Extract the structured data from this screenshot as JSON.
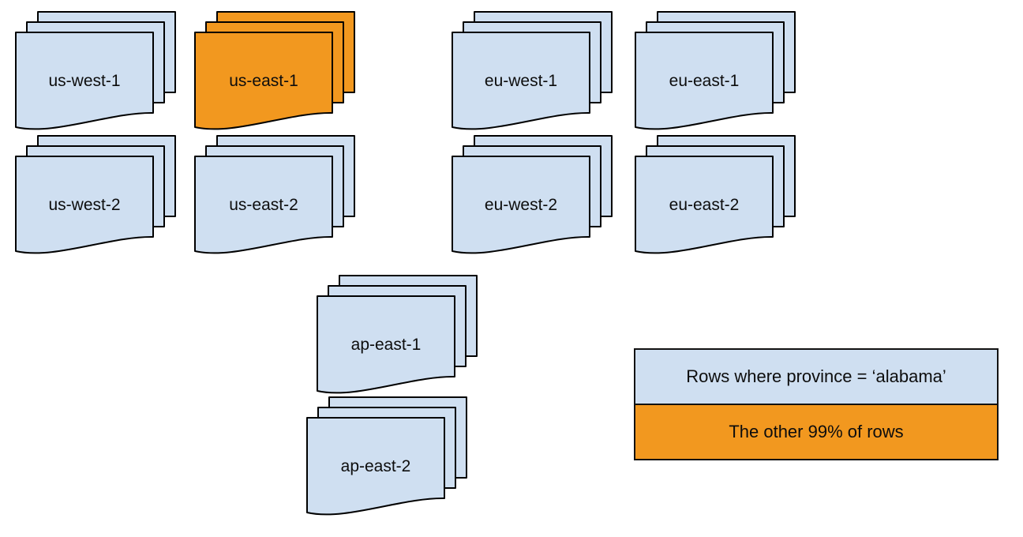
{
  "colors": {
    "region_default": "#cfdff1",
    "region_highlight": "#f2981f",
    "outline": "#000000"
  },
  "stacks": [
    {
      "id": "us-west-1",
      "label": "us-west-1",
      "highlighted": false
    },
    {
      "id": "us-east-1",
      "label": "us-east-1",
      "highlighted": true
    },
    {
      "id": "eu-west-1",
      "label": "eu-west-1",
      "highlighted": false
    },
    {
      "id": "eu-east-1",
      "label": "eu-east-1",
      "highlighted": false
    },
    {
      "id": "us-west-2",
      "label": "us-west-2",
      "highlighted": false
    },
    {
      "id": "us-east-2",
      "label": "us-east-2",
      "highlighted": false
    },
    {
      "id": "eu-west-2",
      "label": "eu-west-2",
      "highlighted": false
    },
    {
      "id": "eu-east-2",
      "label": "eu-east-2",
      "highlighted": false
    },
    {
      "id": "ap-east-1",
      "label": "ap-east-1",
      "highlighted": false
    },
    {
      "id": "ap-east-2",
      "label": "ap-east-2",
      "highlighted": false
    }
  ],
  "legend": {
    "rows": [
      {
        "label": "Rows where province = ‘alabama’",
        "color_key": "region_default"
      },
      {
        "label": "The other 99% of rows",
        "color_key": "region_highlight"
      }
    ]
  }
}
